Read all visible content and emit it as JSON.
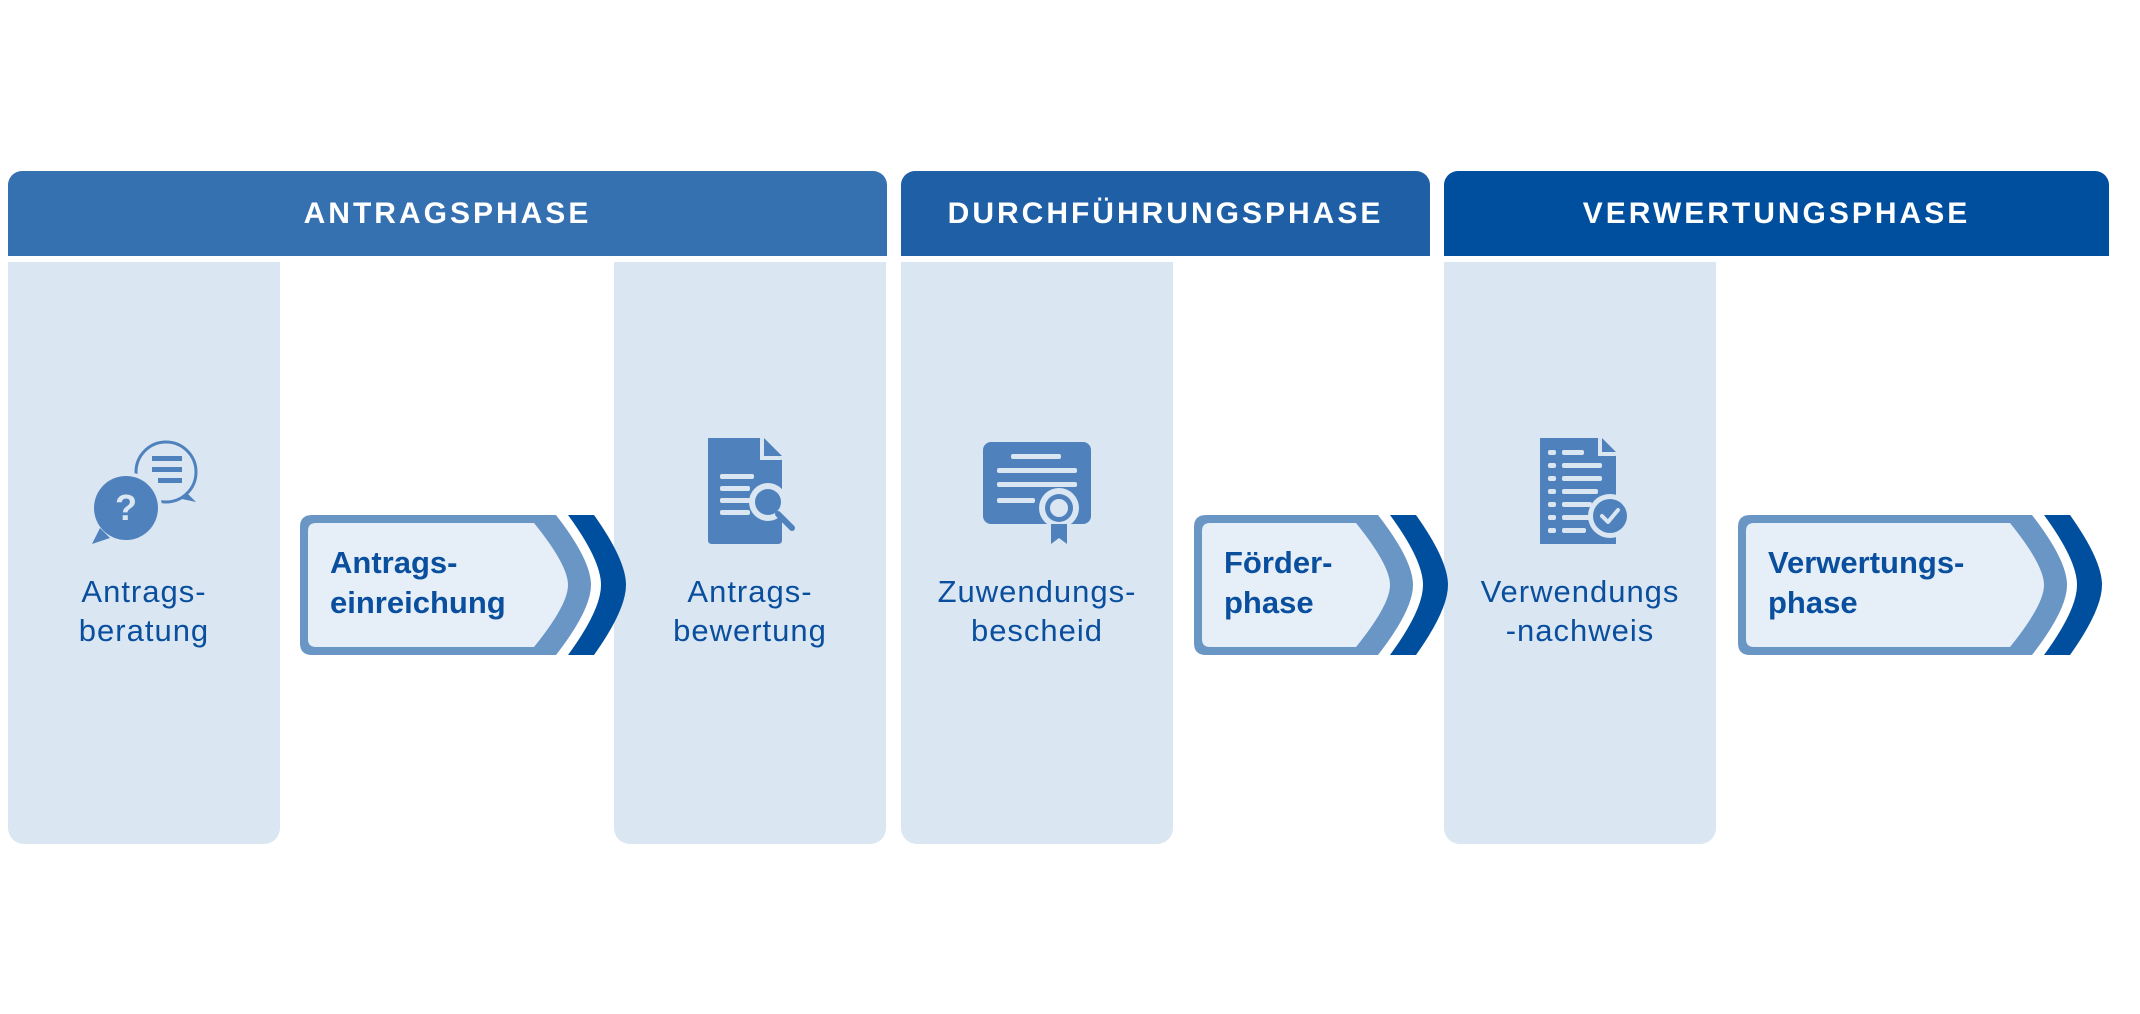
{
  "colors": {
    "phase1": "#3571b0",
    "phase2": "#1f5fa6",
    "phase3": "#004f9f",
    "column": "#dae6f2",
    "text": "#0a4f9e",
    "arrow_border": "#6a96c6",
    "arrow_fill": "#e6eef7",
    "chevron": "#004f9f"
  },
  "phases": [
    {
      "title": "ANTRAGSPHASE"
    },
    {
      "title": "DURCHFÜHRUNGSPHASE"
    },
    {
      "title": "VERWERTUNGSPHASE"
    }
  ],
  "steps": [
    {
      "icon": "chat-question-icon",
      "line1": "Antrags-",
      "line2": "beratung"
    },
    {
      "icon": "document-search-icon",
      "line1": "Antrags-",
      "line2": "bewertung"
    },
    {
      "icon": "certificate-icon",
      "line1": "Zuwendungs-",
      "line2": "bescheid"
    },
    {
      "icon": "checklist-document-icon",
      "line1": "Verwendungs",
      "line2": "-nachweis"
    }
  ],
  "arrows": [
    {
      "line1": "Antrags-",
      "line2": "einreichung"
    },
    {
      "line1": "Förder-",
      "line2": "phase"
    },
    {
      "line1": "Verwertungs-",
      "line2": "phase"
    }
  ]
}
